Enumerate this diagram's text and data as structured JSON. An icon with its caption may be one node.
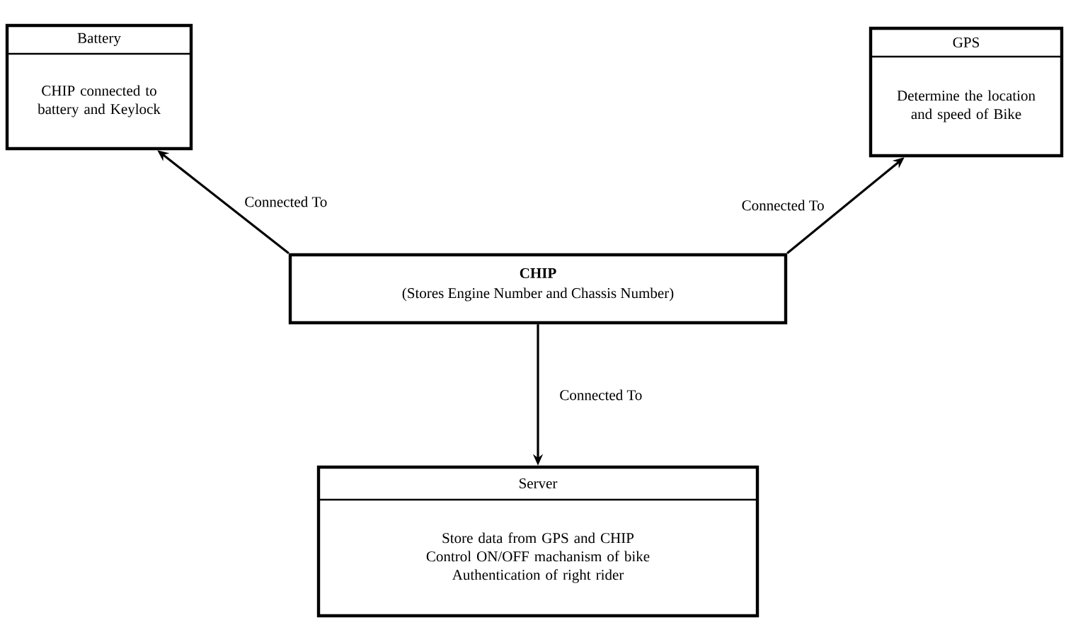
{
  "diagram": {
    "nodes": [
      {
        "text": [
          "Battery",
          "CHIP connected to battery and Keylock"
        ]
      },
      {
        "text": [
          "GPS",
          "Determine the location and speed of Bike"
        ]
      },
      {
        "text": [
          "CHIP",
          "(Stores Engine Number and Chassis Number)"
        ]
      },
      {
        "text": [
          "Server",
          "Store data from GPS and CHIP",
          "Control ON/OFF machanism of bike",
          "Authentication of right rider"
        ]
      }
    ],
    "edges": [
      {
        "from": 2,
        "to": 0,
        "arrow": "to",
        "label": "Connected To"
      },
      {
        "from": 2,
        "to": 1,
        "arrow": "to",
        "label": "Connected To"
      },
      {
        "from": 2,
        "to": 3,
        "arrow": "to",
        "label": "Connected To"
      }
    ]
  }
}
